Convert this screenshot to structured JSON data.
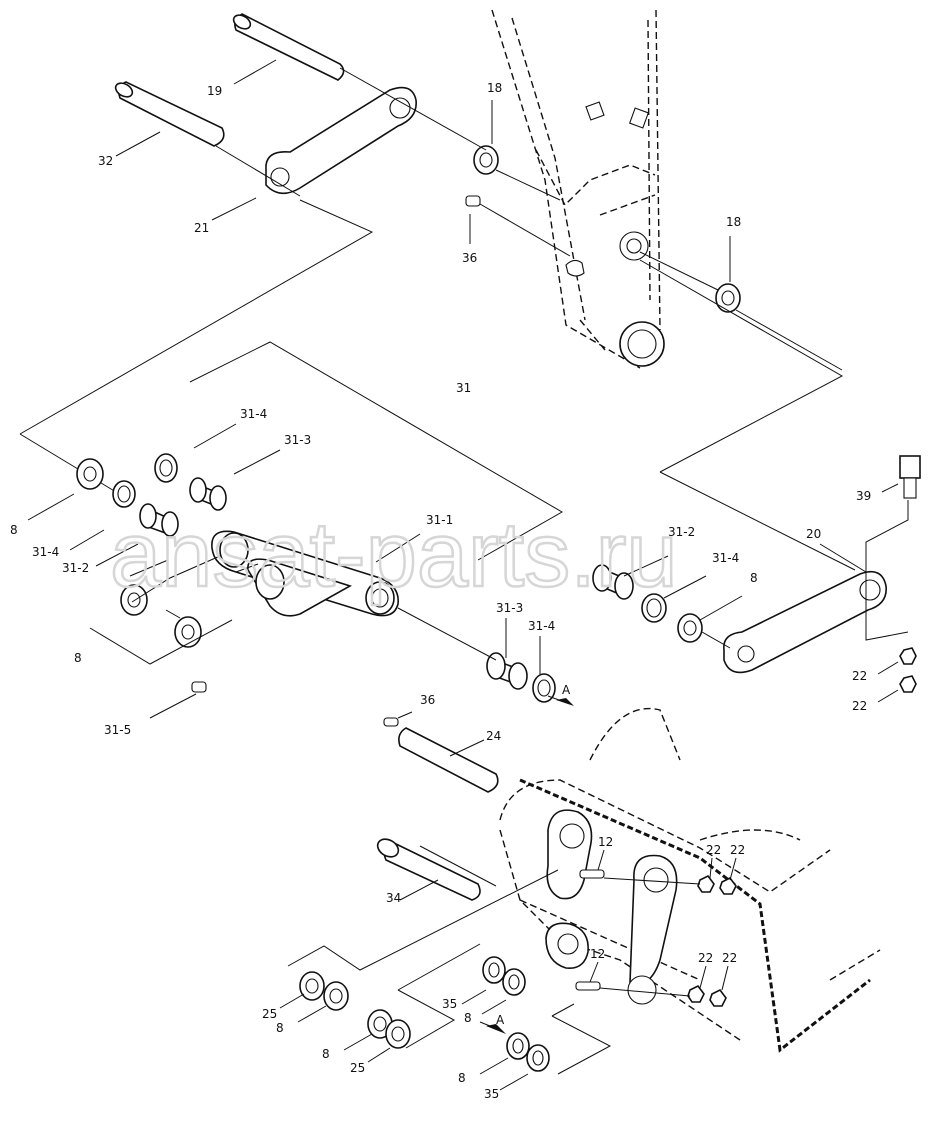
{
  "watermark": "ansat-parts.ru",
  "callouts": {
    "c19": "19",
    "c32": "32",
    "c21": "21",
    "c18a": "18",
    "c18b": "18",
    "c36a": "36",
    "c31": "31",
    "c31_4a": "31-4",
    "c31_3a": "31-3",
    "c8a": "8",
    "c31_4b": "31-4",
    "c31_2a": "31-2",
    "c31_1": "31-1",
    "c8b": "8",
    "c31_5": "31-5",
    "c31_2b": "31-2",
    "c31_4c": "31-4",
    "c8c": "8",
    "c31_3b": "31-3",
    "c31_4d": "31-4",
    "cA1": "A",
    "c20": "20",
    "c39": "39",
    "c22a": "22",
    "c22b": "22",
    "c36b": "36",
    "c24": "24",
    "c34": "34",
    "c12a": "12",
    "c22c": "22",
    "c22d": "22",
    "c12b": "12",
    "c22e": "22",
    "c22f": "22",
    "c25a": "25",
    "c8d": "8",
    "c35a": "35",
    "c8e": "8",
    "c8f": "8",
    "c25b": "25",
    "cA2": "A",
    "c8g": "8",
    "c35b": "35"
  }
}
